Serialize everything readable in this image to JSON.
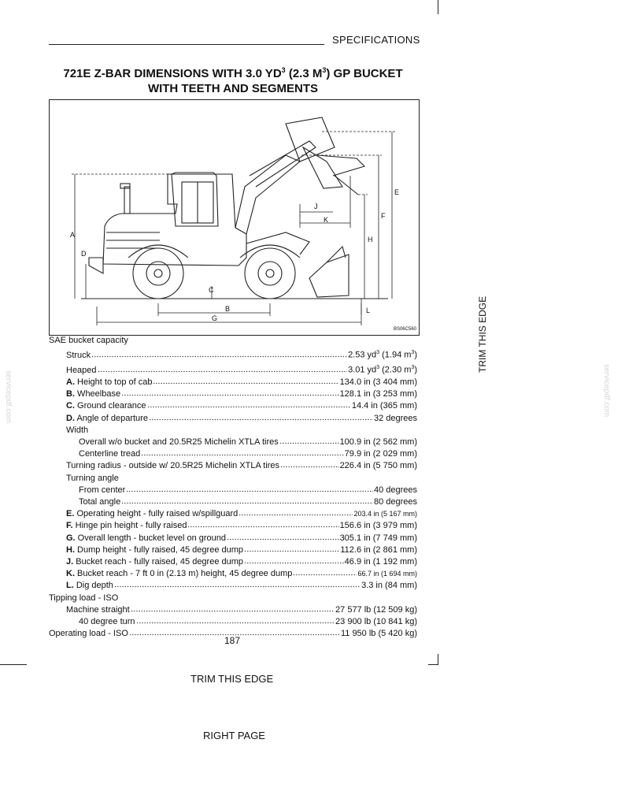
{
  "header": {
    "section": "SPECIFICATIONS"
  },
  "title": {
    "line1_a": "721E Z-BAR DIMENSIONS WITH 3.0 YD",
    "line1_sup1": "3",
    "line1_b": " (2.3 M",
    "line1_sup2": "3",
    "line1_c": ") GP BUCKET",
    "line2": "WITH TEETH AND SEGMENTS"
  },
  "figure": {
    "code": "BS06C560",
    "labels": {
      "a": "A",
      "b": "B",
      "c": "C",
      "d": "D",
      "e": "E",
      "f": "F",
      "g": "G",
      "h": "H",
      "j": "J",
      "k": "K",
      "l": "L"
    }
  },
  "specs": {
    "bucket_capacity": "SAE bucket capacity",
    "struck_label": "Struck",
    "struck_val_a": "2.53 yd",
    "struck_val_b": " (1.94 m",
    "struck_val_c": ")",
    "heaped_label": "Heaped",
    "heaped_val_a": "3.01 yd",
    "heaped_val_b": " (2.30 m",
    "heaped_val_c": ")",
    "sup3": "3",
    "a_letter": "A.",
    "a_label": " Height to top of cab",
    "a_val": "134.0 in (3 404 mm)",
    "b_letter": "B.",
    "b_label": " Wheelbase",
    "b_val": "128.1 in (3 253 mm)",
    "c_letter": "C.",
    "c_label": " Ground clearance",
    "c_val": "14.4 in (365 mm)",
    "d_letter": "D.",
    "d_label": " Angle of departure",
    "d_val": "32 degrees",
    "width": "Width",
    "w_overall_label": "Overall w/o bucket and 20.5R25 Michelin XTLA tires",
    "w_overall_val": "100.9 in (2 562 mm)",
    "w_center_label": "Centerline tread",
    "w_center_val": "79.9 in (2 029 mm)",
    "turn_radius_label": "Turning radius - outside w/ 20.5R25 Michelin XTLA tires",
    "turn_radius_val": "226.4 in (5 750 mm)",
    "turning_angle": "Turning angle",
    "from_center_label": "From center",
    "from_center_val": "40 degrees",
    "total_angle_label": "Total angle",
    "total_angle_val": "80 degrees",
    "e_letter": "E.",
    "e_label": " Operating height - fully raised w/spillguard",
    "e_val": "203.4 in (5 167 mm)",
    "f_letter": "F.",
    "f_label": " Hinge pin height - fully raised",
    "f_val": "156.6 in (3 979 mm)",
    "g_letter": "G.",
    "g_label": " Overall length - bucket level on ground",
    "g_val": "305.1 in (7 749 mm)",
    "h_letter": "H.",
    "h_label": " Dump height - fully raised, 45 degree dump",
    "h_val": "112.6 in (2 861 mm)",
    "j_letter": "J.",
    "j_label": " Bucket reach - fully raised, 45 degree dump",
    "j_val": "46.9 in (1 192 mm)",
    "k_letter": "K.",
    "k_label": " Bucket reach - 7 ft 0 in (2.13 m) height, 45 degree dump",
    "k_val": "66.7 in (1 694 mm)",
    "l_letter": "L.",
    "l_label": " Dig depth",
    "l_val": "3.3 in (84 mm)",
    "tipping_load": "Tipping load - ISO",
    "straight_label": "Machine straight",
    "straight_val": "27 577 lb (12 509 kg)",
    "turn40_label": "40 degree turn",
    "turn40_val": "23 900 lb (10 841 kg)",
    "operating_load_label": "Operating load - ISO",
    "operating_load_val": "11 950 lb (5 420 kg)"
  },
  "footer": {
    "page_number": "187",
    "trim_side": "TRIM THIS EDGE",
    "trim_bottom": "TRIM THIS EDGE",
    "right_page": "RIGHT PAGE"
  },
  "watermark": {
    "text": "servicepdf.com"
  }
}
